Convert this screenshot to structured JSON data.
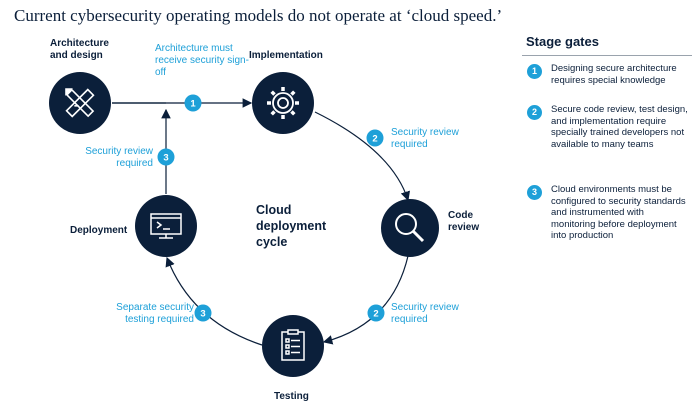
{
  "title": "Current cybersecurity operating models do not operate at ‘cloud speed.’",
  "center_label": "Cloud deployment cycle",
  "stages": {
    "architecture": {
      "label": "Architecture and design",
      "icon": "ruler-pencil-icon"
    },
    "implementation": {
      "label": "Implementation",
      "icon": "gear-icon"
    },
    "code_review": {
      "label": "Code review",
      "icon": "magnifier-icon"
    },
    "testing": {
      "label": "Testing",
      "icon": "checklist-icon"
    },
    "deployment": {
      "label": "Deployment",
      "icon": "terminal-window-icon"
    }
  },
  "gate_markers": [
    {
      "number": "1",
      "note": "Architecture must receive security sign-off"
    },
    {
      "number": "2",
      "note": "Security review required"
    },
    {
      "number": "2",
      "note": "Security review required"
    },
    {
      "number": "3",
      "note": "Separate security testing required"
    },
    {
      "number": "3",
      "note": "Security review required"
    }
  ],
  "panel": {
    "title": "Stage gates",
    "gates": [
      {
        "number": "1",
        "text": "Designing secure architecture requires special knowledge"
      },
      {
        "number": "2",
        "text": "Secure code review, test design, and implementation require specially trained developers not available to many teams"
      },
      {
        "number": "3",
        "text": "Cloud environments must be configured to security standards and instrumented with monitoring before deployment into production"
      }
    ]
  },
  "colors": {
    "navy": "#0b1f3a",
    "accent_blue": "#1ea0d8",
    "text": "#0b1f3a"
  }
}
